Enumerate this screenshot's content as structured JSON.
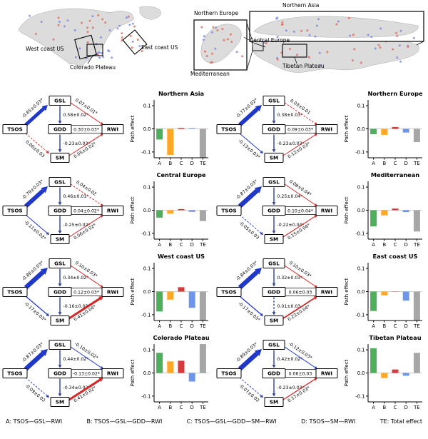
{
  "maps": {
    "left": {
      "labels": [
        {
          "id": "west-coast-us",
          "text": "West coast US"
        },
        {
          "id": "east-coast-us",
          "text": "East coast US"
        },
        {
          "id": "colorado-plateau",
          "text": "Colorado Plateau"
        }
      ]
    },
    "right": {
      "labels": [
        {
          "id": "northern-europe",
          "text": "Northern Europe"
        },
        {
          "id": "northern-asia",
          "text": "Northern Asia"
        },
        {
          "id": "central-europe",
          "text": "Central Europe"
        },
        {
          "id": "mediterranean",
          "text": "Mediterranean"
        },
        {
          "id": "tibetan-plateau",
          "text": "Tibetan Plateau"
        }
      ]
    },
    "dot_colors": {
      "positive": "#e26a5a",
      "negative": "#7b86e0"
    }
  },
  "nodes": [
    "TSOS",
    "GSL",
    "GDD",
    "SM",
    "RWI"
  ],
  "axis": {
    "ylabel": "Path effect",
    "ticks": [
      {
        "label": "0.1",
        "value": 0.1
      },
      {
        "label": "0.0",
        "value": 0.0
      },
      {
        "label": "-0.1",
        "value": -0.1
      }
    ],
    "categories": [
      "A",
      "B",
      "C",
      "D",
      "TE"
    ],
    "ylim": [
      -0.125,
      0.125
    ]
  },
  "colors": {
    "positive_path": "#d62728",
    "negative_path": "#2038c8",
    "vertical_path": "#2c3e9e",
    "bars": {
      "A": "#4fae5c",
      "B": "#ffa726",
      "C": "#d63b3b",
      "D": "#6e96e8",
      "TE": "#a6a6a6"
    }
  },
  "panels": [
    {
      "region": "Northern Asia",
      "coeffs": {
        "tsos_gsl": "-0.65±0.03*",
        "gsl_gdd": "0.58±0.02*",
        "gsl_rwi": "0.07±0.01*",
        "gdd_rwi": "0.30±0.03*",
        "gdd_sm": "-0.23±0.03*",
        "sm_rwi": "0.05±0.02*",
        "tsos_sm": "0.06±0.03"
      }
    },
    {
      "region": "Northern Europe",
      "coeffs": {
        "tsos_gsl": "-0.77±0.02*",
        "gsl_gdd": "0.38±0.03*",
        "gsl_rwi": "0.03±0.01",
        "gdd_rwi": "0.09±0.03*",
        "gdd_sm": "-0.23±0.03*",
        "sm_rwi": "0.12±0.03*",
        "tsos_sm": "-0.13±0.03*"
      }
    },
    {
      "region": "Central Europe",
      "coeffs": {
        "tsos_gsl": "-0.79±0.03*",
        "gsl_gdd": "0.46±0.01*",
        "gsl_rwi": "0.04±0.02",
        "gdd_rwi": "0.04±0.02*",
        "gdd_sm": "-0.25±0.02*",
        "sm_rwi": "0.06±0.02*",
        "tsos_sm": "-0.11±0.02*"
      }
    },
    {
      "region": "Mediterranean",
      "coeffs": {
        "tsos_gsl": "-0.87±0.03*",
        "gsl_gdd": "0.25±0.04*",
        "gsl_rwi": "0.08±0.04*",
        "gdd_rwi": "0.10±0.04*",
        "gdd_sm": "-0.22±0.04*",
        "sm_rwi": "0.15±0.04*",
        "tsos_sm": "-0.05±0.03"
      }
    },
    {
      "region": "West coast US",
      "coeffs": {
        "tsos_gsl": "-0.86±0.03*",
        "gsl_gdd": "0.34±0.02*",
        "gsl_rwi": "0.10±0.03*",
        "gdd_rwi": "0.12±0.03*",
        "gdd_sm": "-0.16±0.03*",
        "sm_rwi": "0.41±0.04*",
        "tsos_sm": "-0.17±0.03*"
      }
    },
    {
      "region": "East coast US",
      "coeffs": {
        "tsos_gsl": "-0.84±0.03*",
        "gsl_gdd": "0.32±0.03*",
        "gsl_rwi": "0.10±0.03*",
        "gdd_rwi": "0.06±0.03",
        "gdd_sm": "0.01±0.03",
        "sm_rwi": "0.23±0.04*",
        "tsos_sm": "-0.17±0.03*"
      }
    },
    {
      "region": "Colorado Plateau",
      "coeffs": {
        "tsos_gsl": "-0.87±0.03*",
        "gsl_gdd": "0.44±0.02*",
        "gsl_rwi": "-0.10±0.02*",
        "gdd_rwi": "-0.13±0.02*",
        "gdd_sm": "-0.34±0.02*",
        "sm_rwi": "0.41±0.02*",
        "tsos_sm": "-0.09±0.02"
      }
    },
    {
      "region": "Tibetan Plateau",
      "coeffs": {
        "tsos_gsl": "-0.89±0.03*",
        "gsl_gdd": "0.42±0.02*",
        "gsl_rwi": "-0.12±0.03*",
        "gdd_rwi": "0.06±0.03",
        "gdd_sm": "-0.23±0.03*",
        "sm_rwi": "0.17±0.03*",
        "tsos_sm": "-0.07±0.02"
      }
    }
  ],
  "chart_data": [
    {
      "type": "bar",
      "title": "Northern Asia",
      "categories": [
        "A",
        "B",
        "C",
        "D",
        "TE"
      ],
      "values": [
        -0.046,
        -0.113,
        0.004,
        0.003,
        -0.151
      ],
      "ylabel": "Path effect",
      "ylim": [
        -0.125,
        0.125
      ]
    },
    {
      "type": "bar",
      "title": "Northern Europe",
      "categories": [
        "A",
        "B",
        "C",
        "D",
        "TE"
      ],
      "values": [
        -0.023,
        -0.026,
        0.008,
        -0.016,
        -0.057
      ],
      "ylabel": "Path effect",
      "ylim": [
        -0.125,
        0.125
      ]
    },
    {
      "type": "bar",
      "title": "Central Europe",
      "categories": [
        "A",
        "B",
        "C",
        "D",
        "TE"
      ],
      "values": [
        -0.032,
        -0.015,
        0.005,
        -0.007,
        -0.047
      ],
      "ylabel": "Path effect",
      "ylim": [
        -0.125,
        0.125
      ]
    },
    {
      "type": "bar",
      "title": "Mediterranean",
      "categories": [
        "A",
        "B",
        "C",
        "D",
        "TE"
      ],
      "values": [
        -0.07,
        -0.022,
        0.007,
        -0.008,
        -0.092
      ],
      "ylabel": "Path effect",
      "ylim": [
        -0.125,
        0.125
      ]
    },
    {
      "type": "bar",
      "title": "West coast US",
      "categories": [
        "A",
        "B",
        "C",
        "D",
        "TE"
      ],
      "values": [
        -0.086,
        -0.035,
        0.019,
        -0.07,
        -0.172
      ],
      "ylabel": "Path effect",
      "ylim": [
        -0.125,
        0.125
      ]
    },
    {
      "type": "bar",
      "title": "East coast US",
      "categories": [
        "A",
        "B",
        "C",
        "D",
        "TE"
      ],
      "values": [
        -0.084,
        -0.016,
        -0.001,
        -0.039,
        -0.14
      ],
      "ylabel": "Path effect",
      "ylim": [
        -0.125,
        0.125
      ]
    },
    {
      "type": "bar",
      "title": "Colorado Plateau",
      "categories": [
        "A",
        "B",
        "C",
        "D",
        "TE"
      ],
      "values": [
        0.087,
        0.05,
        0.053,
        -0.037,
        0.153
      ],
      "ylabel": "Path effect",
      "ylim": [
        -0.125,
        0.125
      ]
    },
    {
      "type": "bar",
      "title": "Tibetan Plateau",
      "categories": [
        "A",
        "B",
        "C",
        "D",
        "TE"
      ],
      "values": [
        0.107,
        -0.022,
        0.015,
        -0.012,
        0.087
      ],
      "ylabel": "Path effect",
      "ylim": [
        -0.125,
        0.125
      ]
    }
  ],
  "legend": {
    "items": [
      "A: TSOS—GSL—RWI",
      "B: TSOS—GSL—GDD—RWI",
      "C: TSOS—GSL—GDD—SM—RWI",
      "D: TSOS—SM—RWI",
      "TE: Total effect"
    ]
  }
}
